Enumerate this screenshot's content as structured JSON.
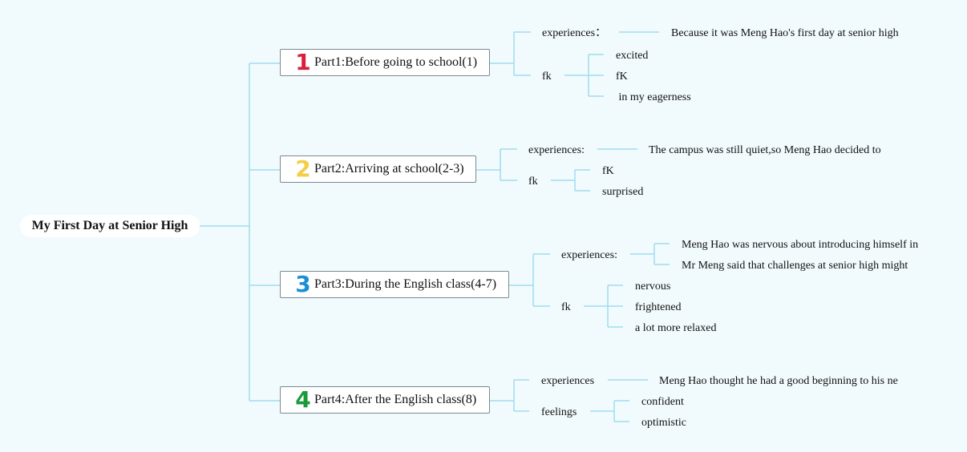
{
  "root": {
    "title": "My First Day at Senior High"
  },
  "parts": [
    {
      "number": "1",
      "color": "#d8203a",
      "label": "Part1:Before going to school(1)",
      "experience_label": "experiences：",
      "experiences": [
        "Because it was Meng Hao's first day at senior high"
      ],
      "feeling_label": "fk",
      "feelings": [
        "excited",
        "fK",
        " in my eagerness"
      ]
    },
    {
      "number": "2",
      "color": "#f2cf45",
      "label": "Part2:Arriving at school(2-3)",
      "experience_label": "experiences:",
      "experiences": [
        "The campus was still quiet,so Meng Hao decided to"
      ],
      "feeling_label": "fk",
      "feelings": [
        "fK",
        "surprised"
      ]
    },
    {
      "number": "3",
      "color": "#1b8fd6",
      "label": "Part3:During the English class(4-7)",
      "experience_label": "experiences:",
      "experiences": [
        "Meng Hao was nervous about introducing himself in",
        "Mr Meng said that challenges at senior high might"
      ],
      "feeling_label": "fk",
      "feelings": [
        "nervous",
        "frightened",
        "a lot more relaxed"
      ]
    },
    {
      "number": "4",
      "color": "#1a9a3a",
      "label": "Part4:After the English class(8)",
      "experience_label": "experiences",
      "experiences": [
        "Meng Hao thought he had a good beginning to his ne"
      ],
      "feeling_label": "feelings",
      "feelings": [
        "confident",
        "optimistic"
      ]
    }
  ],
  "colors": {
    "connector": "#9fdcef",
    "background": "#f1fbfd"
  }
}
